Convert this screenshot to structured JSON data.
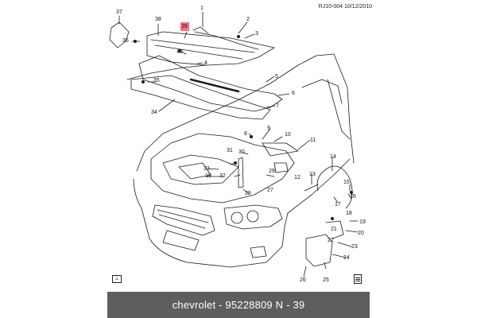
{
  "reference": "RJ10-004 10/12/2010",
  "highlighted_part": "39",
  "footer_text": "chevrolet - 95228809     N - 39",
  "callouts": [
    {
      "id": "37"
    },
    {
      "id": "38"
    },
    {
      "id": "39"
    },
    {
      "id": "1"
    },
    {
      "id": "2"
    },
    {
      "id": "3"
    },
    {
      "id": "36"
    },
    {
      "id": "40"
    },
    {
      "id": "4"
    },
    {
      "id": "5"
    },
    {
      "id": "35"
    },
    {
      "id": "6"
    },
    {
      "id": "34"
    },
    {
      "id": "7"
    },
    {
      "id": "8"
    },
    {
      "id": "9"
    },
    {
      "id": "10"
    },
    {
      "id": "11"
    },
    {
      "id": "31"
    },
    {
      "id": "30"
    },
    {
      "id": "32"
    },
    {
      "id": "33"
    },
    {
      "id": "19"
    },
    {
      "id": "29"
    },
    {
      "id": "12"
    },
    {
      "id": "28"
    },
    {
      "id": "27"
    },
    {
      "id": "13"
    },
    {
      "id": "14"
    },
    {
      "id": "15"
    },
    {
      "id": "16"
    },
    {
      "id": "17"
    },
    {
      "id": "18"
    },
    {
      "id": "19"
    },
    {
      "id": "20"
    },
    {
      "id": "21"
    },
    {
      "id": "22"
    },
    {
      "id": "23"
    },
    {
      "id": "24"
    },
    {
      "id": "25"
    },
    {
      "id": "26"
    }
  ]
}
